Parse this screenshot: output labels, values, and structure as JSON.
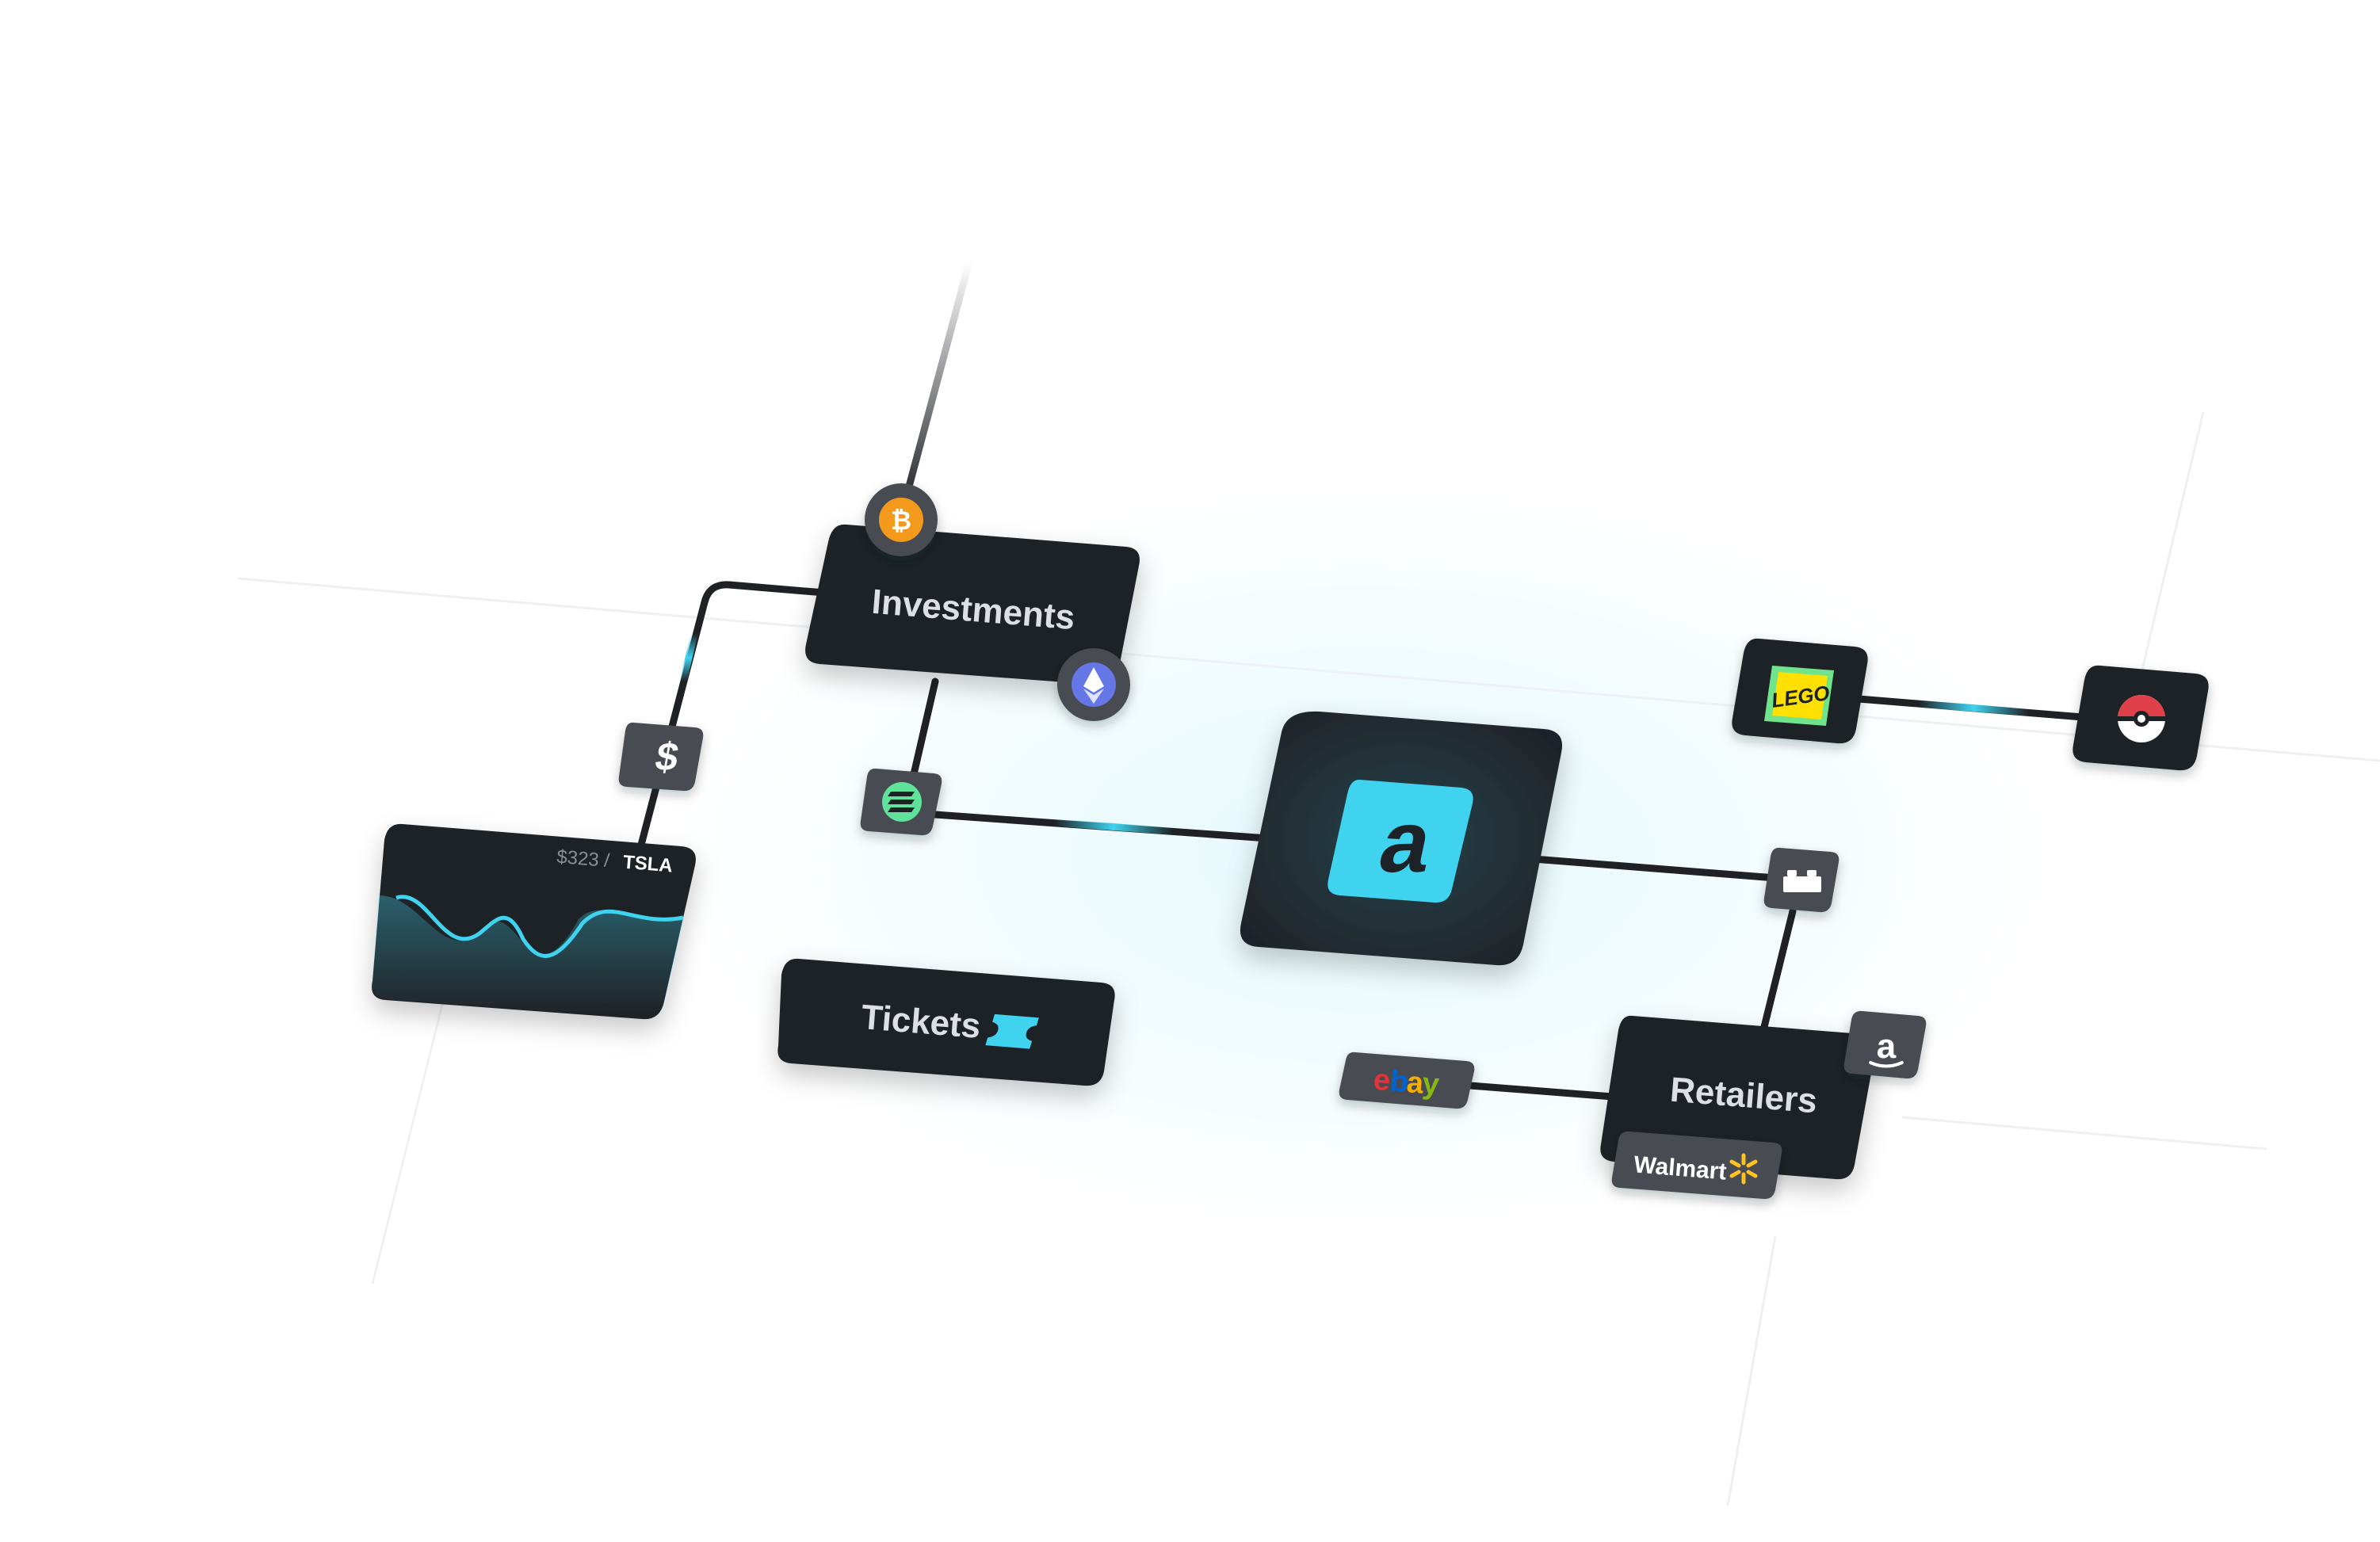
{
  "nodes": {
    "investments_label": "Investments",
    "tickets_label": "Tickets",
    "retailers_label": "Retailers",
    "stock_price": "$323 /",
    "stock_ticker": "TSLA"
  },
  "logos": {
    "center_logo_letter": "a",
    "lego": "LEGO",
    "ebay_e": "e",
    "ebay_b": "b",
    "ebay_a": "a",
    "ebay_y": "y",
    "walmart": "Walmart",
    "amazon_letter": "a",
    "dollar": "$",
    "bitcoin_symbol": "₿"
  },
  "icons": {
    "bitcoin": "bitcoin-icon",
    "ethereum": "ethereum-icon",
    "solana": "solana-icon",
    "dollar": "dollar-icon",
    "ticket": "ticket-icon",
    "lego": "lego-icon",
    "pokeball": "pokeball-icon",
    "brick": "lego-brick-icon",
    "amazon": "amazon-icon",
    "ebay": "ebay-icon",
    "walmart": "walmart-spark-icon"
  },
  "colors": {
    "card": "#1f2125",
    "card_light": "#2c2e33",
    "chip": "#4a4c52",
    "accent": "#3fd3ef",
    "bitcoin": "#f39a1f",
    "ethereum": "#6577e6",
    "solana": "#5ee39a",
    "lego_yellow": "#ffe000",
    "lego_green": "#6fe48a",
    "pokeball_red": "#e0404a",
    "walmart_yellow": "#ffc220"
  }
}
